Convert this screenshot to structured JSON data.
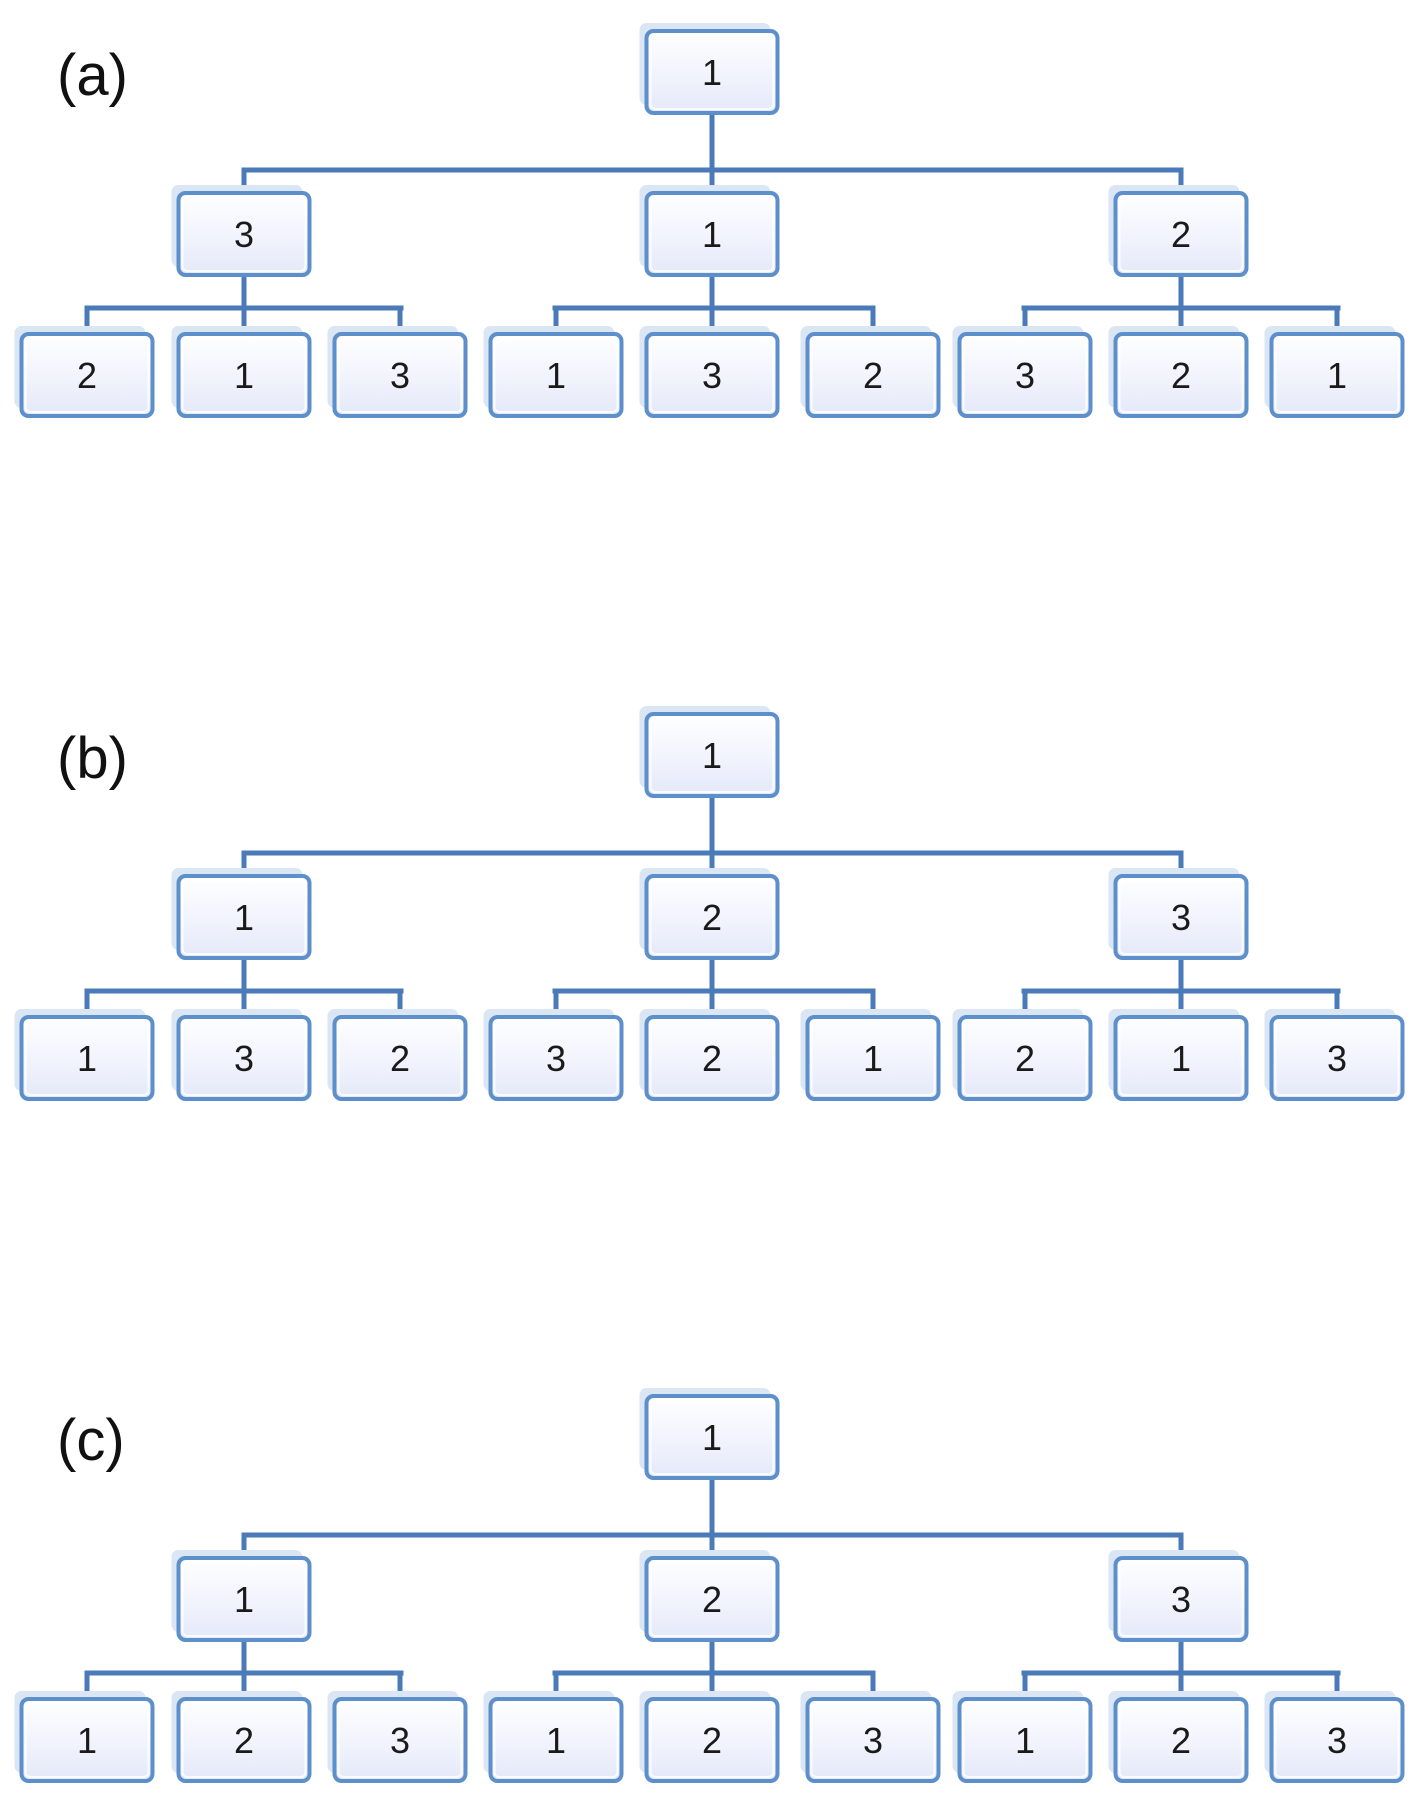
{
  "panels": [
    {
      "label": "(a)",
      "root": "1",
      "mid": [
        "3",
        "1",
        "2"
      ],
      "leaves": [
        "2",
        "1",
        "3",
        "1",
        "3",
        "2",
        "3",
        "2",
        "1"
      ]
    },
    {
      "label": "(b)",
      "root": "1",
      "mid": [
        "1",
        "2",
        "3"
      ],
      "leaves": [
        "1",
        "3",
        "2",
        "3",
        "2",
        "1",
        "2",
        "1",
        "3"
      ]
    },
    {
      "label": "(c)",
      "root": "1",
      "mid": [
        "1",
        "2",
        "3"
      ],
      "leaves": [
        "1",
        "2",
        "3",
        "1",
        "2",
        "3",
        "1",
        "2",
        "3"
      ]
    }
  ],
  "colors": {
    "connector": "#4a7ab8",
    "node_border": "#5d8fcb",
    "node_fill": "#eef1fc"
  }
}
